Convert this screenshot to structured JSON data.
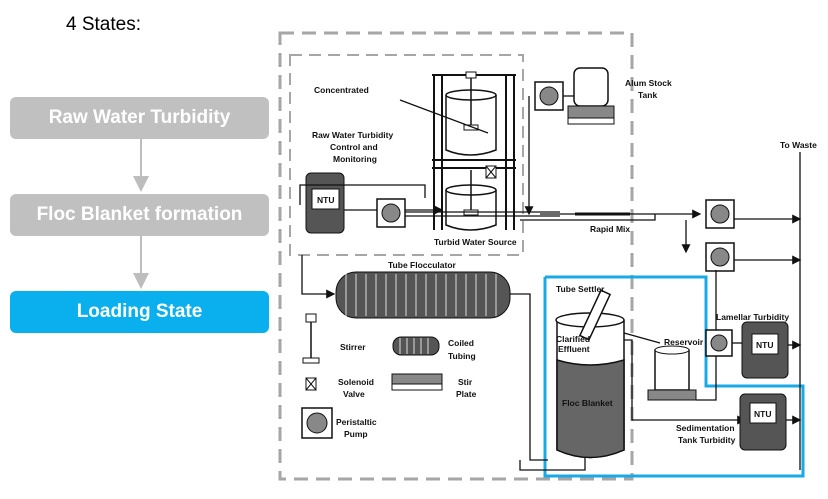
{
  "heading": "4 States:",
  "states": [
    {
      "label": "Raw Water Turbidity"
    },
    {
      "label": "Floc Blanket formation"
    },
    {
      "label": "Loading State"
    }
  ],
  "diagram": {
    "concentrated": "Concentrated",
    "alum_stock_tank": [
      "Alum Stock",
      "Tank"
    ],
    "raw_water_turbidity": [
      "Raw Water Turbidity",
      "Control and",
      "Monitoring"
    ],
    "to_waste": "To Waste",
    "ntu": "NTU",
    "turbid_water_source": "Turbid Water Source",
    "rapid_mix": "Rapid Mix",
    "tube_flocculator": "Tube Flocculator",
    "tube_settler": "Tube Settler",
    "clarified_effluent": [
      "Clarified",
      "Effluent"
    ],
    "reservoir": "Reservoir",
    "lamellar_turbidity": "Lamellar Turbidity",
    "floc_blanket": "Floc Blanket",
    "sedimentation_tank_turbidity": [
      "Sedimentation",
      "Tank Turbidity"
    ],
    "legend": {
      "stirrer": "Stirrer",
      "coiled_tubing": [
        "Coiled",
        "Tubing"
      ],
      "solenoid_valve": [
        "Solenoid",
        "Valve"
      ],
      "stir_plate": [
        "Stir",
        "Plate"
      ],
      "peristaltic_pump": [
        "Peristaltic",
        "Pump"
      ]
    }
  },
  "colors": {
    "state_inactive": "#c0c0c0",
    "state_active": "#0ab0ee",
    "highlight": "#19a9e6",
    "dashed": "#a6a6a6"
  }
}
